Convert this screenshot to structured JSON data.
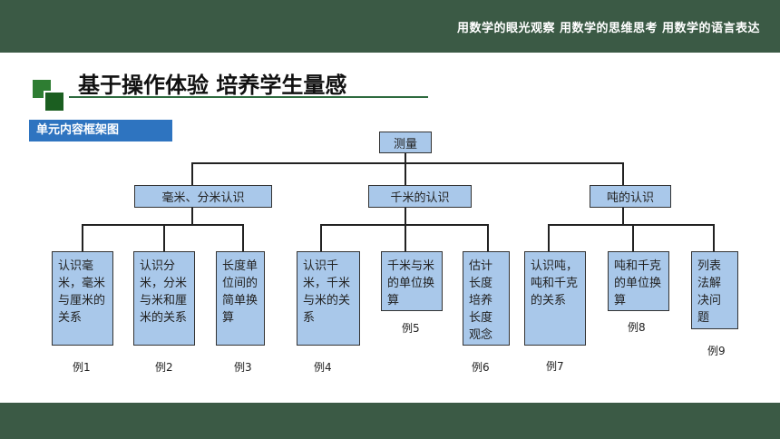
{
  "header": {
    "motto": "用数学的眼光观察 用数学的思维思考 用数学的语言表达"
  },
  "title": "基于操作体验 培养学生量感",
  "section_tag": "单元内容框架图",
  "tree": {
    "root": "测量",
    "groups": [
      {
        "label": "毫米、分米认识",
        "leaves": [
          {
            "text": "认识毫米，毫米与厘米的关系",
            "example": "例1"
          },
          {
            "text": "认识分米，分米与米和厘米的关系",
            "example": "例2"
          },
          {
            "text": "长度单位间的简单换算",
            "example": "例3"
          }
        ]
      },
      {
        "label": "千米的认识",
        "leaves": [
          {
            "text": "认识千米，千米与米的关系",
            "example": "例4"
          },
          {
            "text": "千米与米的单位换算",
            "example": "例5"
          },
          {
            "text": "估计长度培养长度观念",
            "example": "例6"
          }
        ]
      },
      {
        "label": "吨的认识",
        "leaves": [
          {
            "text": "认识吨，吨和千克的关系",
            "example": "例7"
          },
          {
            "text": "吨和千克的单位换算",
            "example": "例8"
          },
          {
            "text": "列表法解决问题",
            "example": "例9"
          }
        ]
      }
    ]
  }
}
